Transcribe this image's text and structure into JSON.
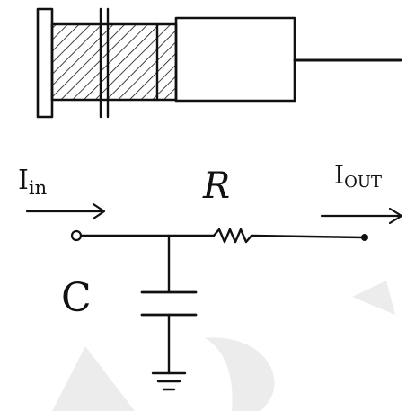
{
  "labels": {
    "input_current": "I",
    "input_current_sub": "in",
    "resistor": "R",
    "output_current": "I",
    "output_current_sub": "OUT",
    "capacitor": "C"
  },
  "colors": {
    "ink": "#111111",
    "background": "#ffffff",
    "watermark": "#ececec"
  }
}
